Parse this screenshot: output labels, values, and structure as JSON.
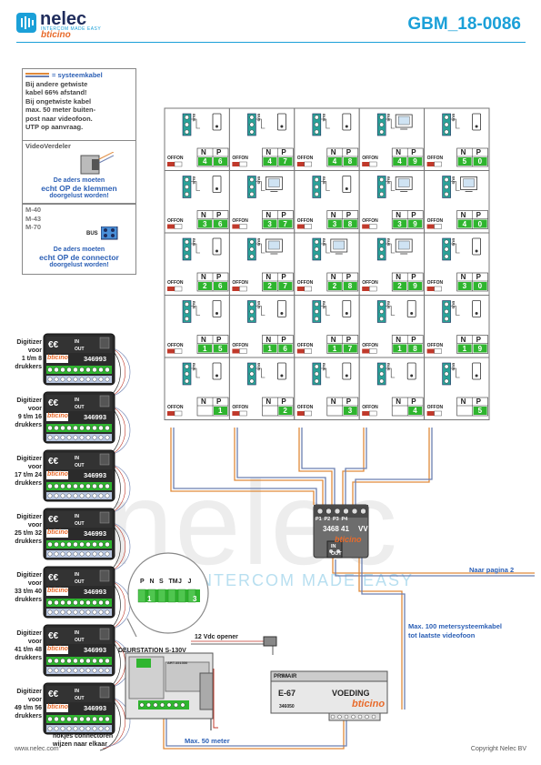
{
  "header": {
    "title": "GBM_18-0086",
    "brand": "nelec",
    "brand_tagline": "INTERCOM MADE EASY",
    "brand_partner": "bticino"
  },
  "watermark": {
    "text": "nelec",
    "tagline": "INTERCOM MADE EASY"
  },
  "legend": {
    "cable_title": "= systeemkabel",
    "cable_lines": [
      "Bij andere getwiste",
      "kabel 66% afstand!",
      "Bij ongetwiste kabel",
      "max. 50 meter buiten-",
      "post naar videofoon.",
      "UTP op aanvraag."
    ],
    "videoverdeler_title": "VideoVerdeler",
    "videoverdeler_note": [
      "De aders moeten",
      "echt OP de klemmen",
      "doorgelust worden!"
    ],
    "monitor_models": [
      "M-40",
      "M-43",
      "M-70"
    ],
    "bus_label": "BUS",
    "monitor_note": [
      "De aders moeten",
      "echt OP de connector",
      "doorgelust worden!"
    ]
  },
  "phones": {
    "switch_off": "OFF",
    "switch_on": "ON",
    "n_label": "N",
    "p_label": "P",
    "bus_label": "BUS",
    "rows": [
      [
        {
          "n": "4",
          "p": "6"
        },
        {
          "n": "4",
          "p": "7"
        },
        {
          "n": "4",
          "p": "8"
        },
        {
          "n": "4",
          "p": "9"
        },
        {
          "n": "5",
          "p": "0"
        }
      ],
      [
        {
          "n": "3",
          "p": "6"
        },
        {
          "n": "3",
          "p": "7"
        },
        {
          "n": "3",
          "p": "8"
        },
        {
          "n": "3",
          "p": "9"
        },
        {
          "n": "4",
          "p": "0"
        }
      ],
      [
        {
          "n": "2",
          "p": "6"
        },
        {
          "n": "2",
          "p": "7"
        },
        {
          "n": "2",
          "p": "8"
        },
        {
          "n": "2",
          "p": "9"
        },
        {
          "n": "3",
          "p": "0"
        }
      ],
      [
        {
          "n": "1",
          "p": "5"
        },
        {
          "n": "1",
          "p": "6"
        },
        {
          "n": "1",
          "p": "7"
        },
        {
          "n": "1",
          "p": "8"
        },
        {
          "n": "1",
          "p": "9"
        }
      ],
      [
        {
          "n": "",
          "p": "1"
        },
        {
          "n": "",
          "p": "2"
        },
        {
          "n": "",
          "p": "3"
        },
        {
          "n": "",
          "p": "4"
        },
        {
          "n": "",
          "p": "5"
        }
      ]
    ]
  },
  "distributor": {
    "model": "3468 41",
    "terminals": [
      "P1",
      "P2",
      "P3",
      "P4",
      "V",
      "V"
    ],
    "in_label": "IN",
    "out_label": "OUT",
    "brand": "bticino"
  },
  "digitizers": {
    "model": "346993",
    "in_label": "IN",
    "out_label": "OUT",
    "labels": [
      [
        "Digitizer",
        "voor",
        "1 t/m 8",
        "drukkers"
      ],
      [
        "Digitizer",
        "voor",
        "9 t/m 16",
        "drukkers"
      ],
      [
        "Digitizer",
        "voor",
        "17 t/m 24",
        "drukkers"
      ],
      [
        "Digitizer",
        "voor",
        "25 t/m 32",
        "drukkers"
      ],
      [
        "Digitizer",
        "voor",
        "33 t/m 40",
        "drukkers"
      ],
      [
        "Digitizer",
        "voor",
        "41 t/m 48",
        "drukkers"
      ],
      [
        "Digitizer",
        "voor",
        "49 t/m 56",
        "drukkers"
      ]
    ],
    "connector_note": [
      "nokjes connectoren",
      "wijzen naar elkaar"
    ]
  },
  "door_station": {
    "label": "DEURSTATION S-130V",
    "model": "ART.351550",
    "dip_labels": [
      "P",
      "N",
      "S",
      "TM",
      "J",
      "J"
    ],
    "dip_values": [
      "1",
      "3"
    ],
    "opener_label": "12 Vdc opener"
  },
  "power_supply": {
    "primary_label": "PRIMAIR",
    "model": "E-67",
    "name": "VOEDING",
    "part": "346050",
    "brand": "bticino"
  },
  "notes": {
    "next_page": "Naar pagina 2",
    "max_100": [
      "Max. 100 metersysteemkabel",
      "tot laatste videofoon"
    ],
    "max_50": "Max. 50 meter"
  },
  "footer": {
    "left": "www.nelec.com",
    "right": "Copyright Nelec BV"
  },
  "colors": {
    "accent": "#1ba0d8",
    "navy": "#1f2c5c",
    "note_blue": "#2b5fb5",
    "green": "#2fb52f",
    "dark": "#2b2b2b",
    "red": "#c0392b",
    "wire_orange": "#e08a3a"
  }
}
